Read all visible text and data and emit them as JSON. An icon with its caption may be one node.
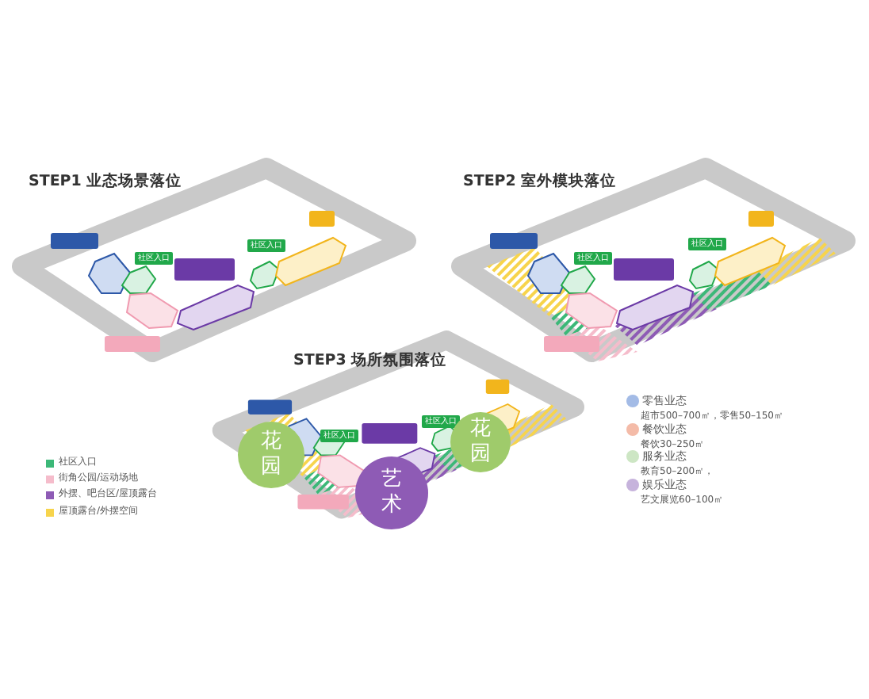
{
  "diagram": {
    "nodes": [
      {
        "text": [
          "社区入口"
        ]
      },
      {
        "text": [
          "社区入口"
        ]
      },
      {
        "text": [
          "社区入口"
        ]
      },
      {
        "text": [
          "社区入口"
        ]
      },
      {
        "text": [
          "花园"
        ]
      },
      {
        "text": [
          "社区入口"
        ]
      },
      {
        "text": [
          "艺术"
        ]
      },
      {
        "text": [
          "社区入口"
        ]
      },
      {
        "text": [
          "花园"
        ]
      }
    ],
    "labels": [
      "STEP1 业态场景落位",
      "STEP2 室外模块落位",
      "STEP3 场所氛围落位",
      "超市500–700㎡，零售50–150㎡",
      "餐饮30–250㎡",
      "教育50–200㎡，",
      "艺文展览60–100㎡"
    ],
    "legend": [
      {
        "text": "社区入口",
        "color": "#3cb878"
      },
      {
        "text": "街角公园/运动场地",
        "color": "#f5bccb"
      },
      {
        "text": "外摆、吧台区/屋顶露台",
        "color": "#8e5bb5"
      },
      {
        "text": "屋顶露台/外摆空间",
        "color": "#f7d44c"
      },
      {
        "text": "零售业态",
        "color": "#a3bbe6"
      },
      {
        "text": "餐饮业态",
        "color": "#f4bba8"
      },
      {
        "text": "服务业态",
        "color": "#cde6c4"
      },
      {
        "text": "娱乐业态",
        "color": "#c6b3dc"
      }
    ]
  }
}
